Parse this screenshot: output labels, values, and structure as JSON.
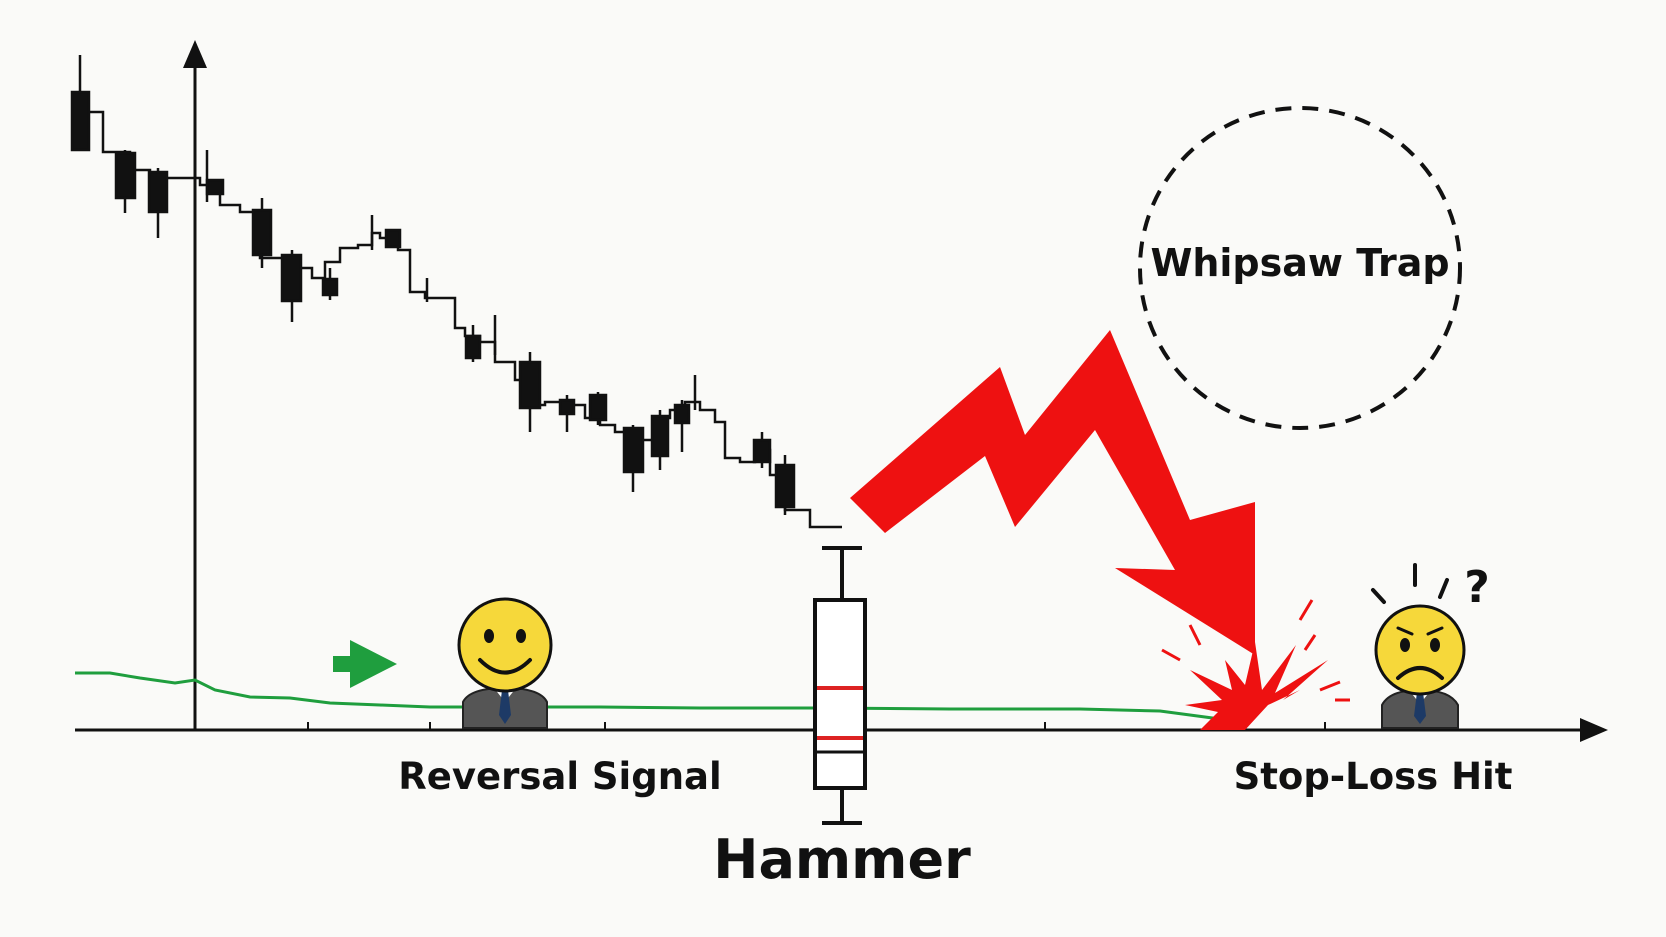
{
  "labels": {
    "whipsaw": "Whipsaw Trap",
    "reversal": "Reversal Signal",
    "hammer": "Hammer",
    "stop_loss": "Stop-Loss Hit",
    "question": "?"
  },
  "colors": {
    "background": "#fafaf8",
    "ink": "#111111",
    "crash_arrow": "#ee1111",
    "signal_arrow": "#1f9e3e",
    "face": "#f6d83a",
    "suit": "#555555",
    "hammer_marks": "#dd2222"
  },
  "icons": [
    "happy-trader-icon",
    "worried-trader-icon",
    "green-arrow-icon",
    "red-crash-arrow-icon",
    "impact-burst-icon",
    "dashed-circle"
  ]
}
